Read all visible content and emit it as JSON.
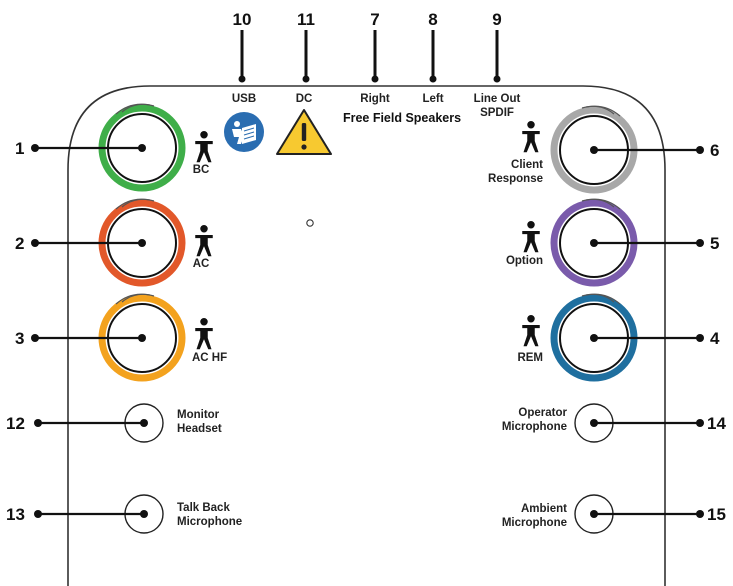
{
  "callouts": {
    "n1": "1",
    "n2": "2",
    "n3": "3",
    "n4": "4",
    "n5": "5",
    "n6": "6",
    "n7": "7",
    "n8": "8",
    "n9": "9",
    "n10": "10",
    "n11": "11",
    "n12": "12",
    "n13": "13",
    "n14": "14",
    "n15": "15"
  },
  "labels": {
    "usb": "USB",
    "dc": "DC",
    "right": "Right",
    "left": "Left",
    "line_out_1": "Line Out",
    "line_out_2": "SPDIF",
    "free_field": "Free Field Speakers",
    "bc": "BC",
    "ac": "AC",
    "ac_hf": "AC HF",
    "client_1": "Client",
    "client_2": "Response",
    "option": "Option",
    "rem": "REM",
    "monitor_1": "Monitor",
    "monitor_2": "Headset",
    "talkback_1": "Talk Back",
    "talkback_2": "Microphone",
    "operator_1": "Operator",
    "operator_2": "Microphone",
    "ambient_1": "Ambient",
    "ambient_2": "Microphone"
  },
  "colors": {
    "green_ring": "#3fae49",
    "red_ring": "#e2582a",
    "orange_ring": "#f3a21e",
    "gray_ring": "#a8a8a8",
    "purple_ring": "#7a5bab",
    "blue_ring": "#1f6f9f",
    "usb_icon": "#2a6db1",
    "warning_icon": "#f7c930",
    "outline": "#333333"
  },
  "icons": [
    "person-icon",
    "manual-icon",
    "warning-icon"
  ]
}
